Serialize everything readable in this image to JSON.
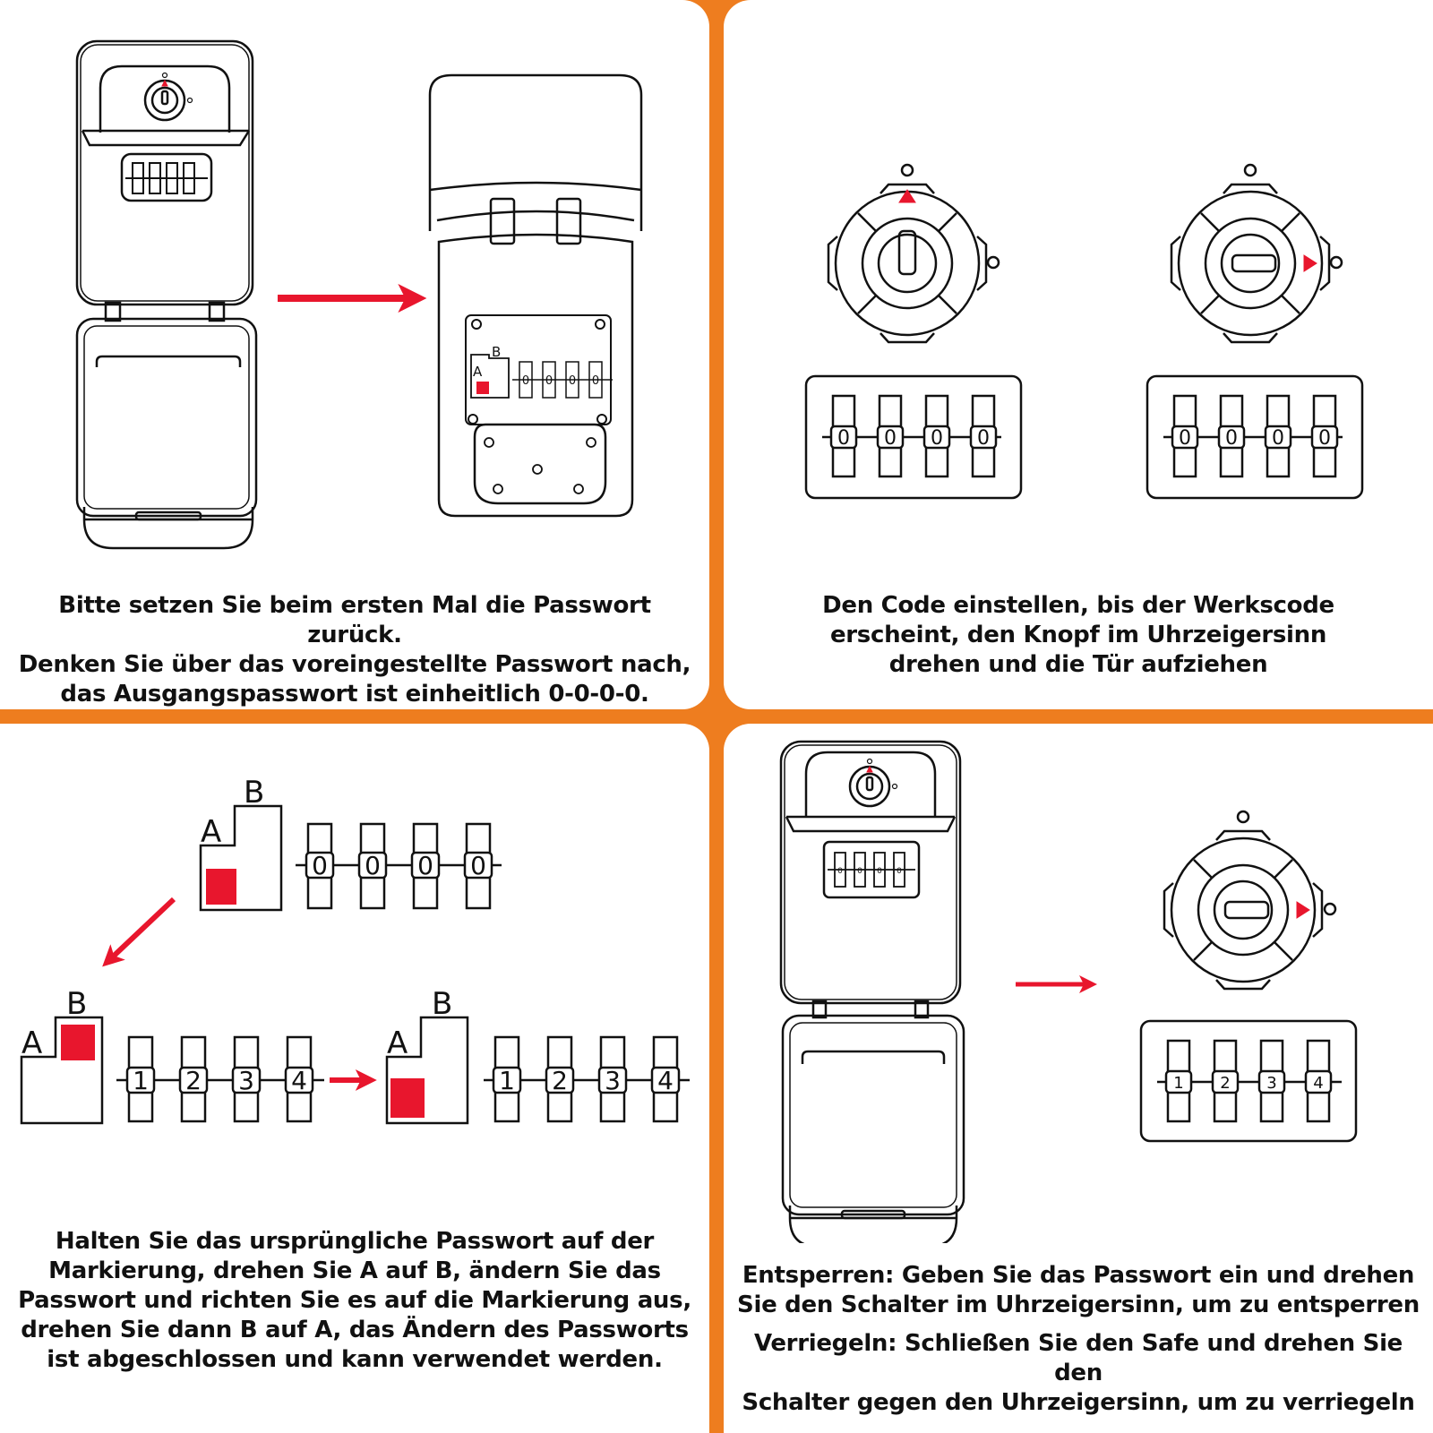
{
  "colors": {
    "accent": "#ee7d1f",
    "marker": "#e8162d",
    "line": "#111111",
    "panel": "#ffffff"
  },
  "panel1": {
    "caption": "Bitte setzen Sie beim ersten Mal die Passwort zurück.\nDenken Sie über das voreingestellte Passwort nach,\ndas Ausgangspasswort ist einheitlich 0-0-0-0.",
    "label_a": "A",
    "label_b": "B",
    "dials": [
      "0",
      "0",
      "0",
      "0"
    ]
  },
  "panel2": {
    "caption": "Den Code einstellen, bis der Werkscode\nerscheint, den Knopf im Uhrzeigersinn\ndrehen und die Tür aufziehen",
    "dials_left": [
      "0",
      "0",
      "0",
      "0"
    ],
    "dials_right": [
      "0",
      "0",
      "0",
      "0"
    ]
  },
  "panel3": {
    "caption": "Halten Sie das ursprüngliche Passwort auf der\nMarkierung, drehen Sie A auf B, ändern Sie das\nPasswort und richten Sie es auf die Markierung aus,\ndrehen Sie dann B auf A, das Ändern des Passworts\nist abgeschlossen und kann verwendet werden.",
    "label_a": "A",
    "label_b": "B",
    "dials_initial": [
      "0",
      "0",
      "0",
      "0"
    ],
    "dials_changed": [
      "1",
      "2",
      "3",
      "4"
    ]
  },
  "panel4": {
    "caption_unlock": "Entsperren: Geben Sie das Passwort ein und drehen\nSie den Schalter im Uhrzeigersinn, um zu entsperren",
    "caption_lock": "Verriegeln: Schließen Sie den Safe und drehen Sie den\nSchalter gegen den Uhrzeigersinn, um zu verriegeln",
    "dials_box": [
      "0",
      "0",
      "0",
      "0"
    ],
    "dials": [
      "1",
      "2",
      "3",
      "4"
    ]
  }
}
